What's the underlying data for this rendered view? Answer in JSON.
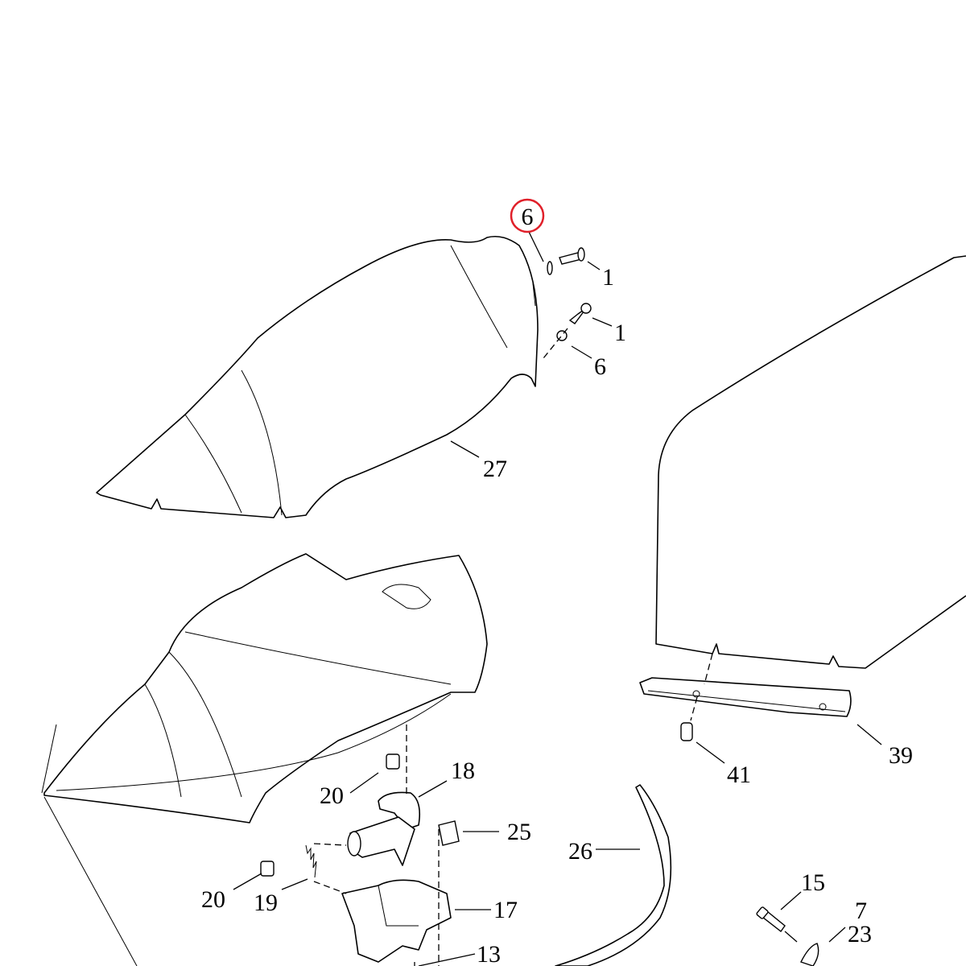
{
  "diagram": {
    "callouts": {
      "c6_top": "6",
      "c1_a": "1",
      "c1_b": "1",
      "c6_b": "6",
      "c27": "27",
      "c39": "39",
      "c41": "41",
      "c18": "18",
      "c20_a": "20",
      "c25": "25",
      "c26": "26",
      "c20_b": "20",
      "c19": "19",
      "c17": "17",
      "c15": "15",
      "c7": "7",
      "c23": "23",
      "c13": "13"
    },
    "highlight_color": "#e0202a"
  }
}
